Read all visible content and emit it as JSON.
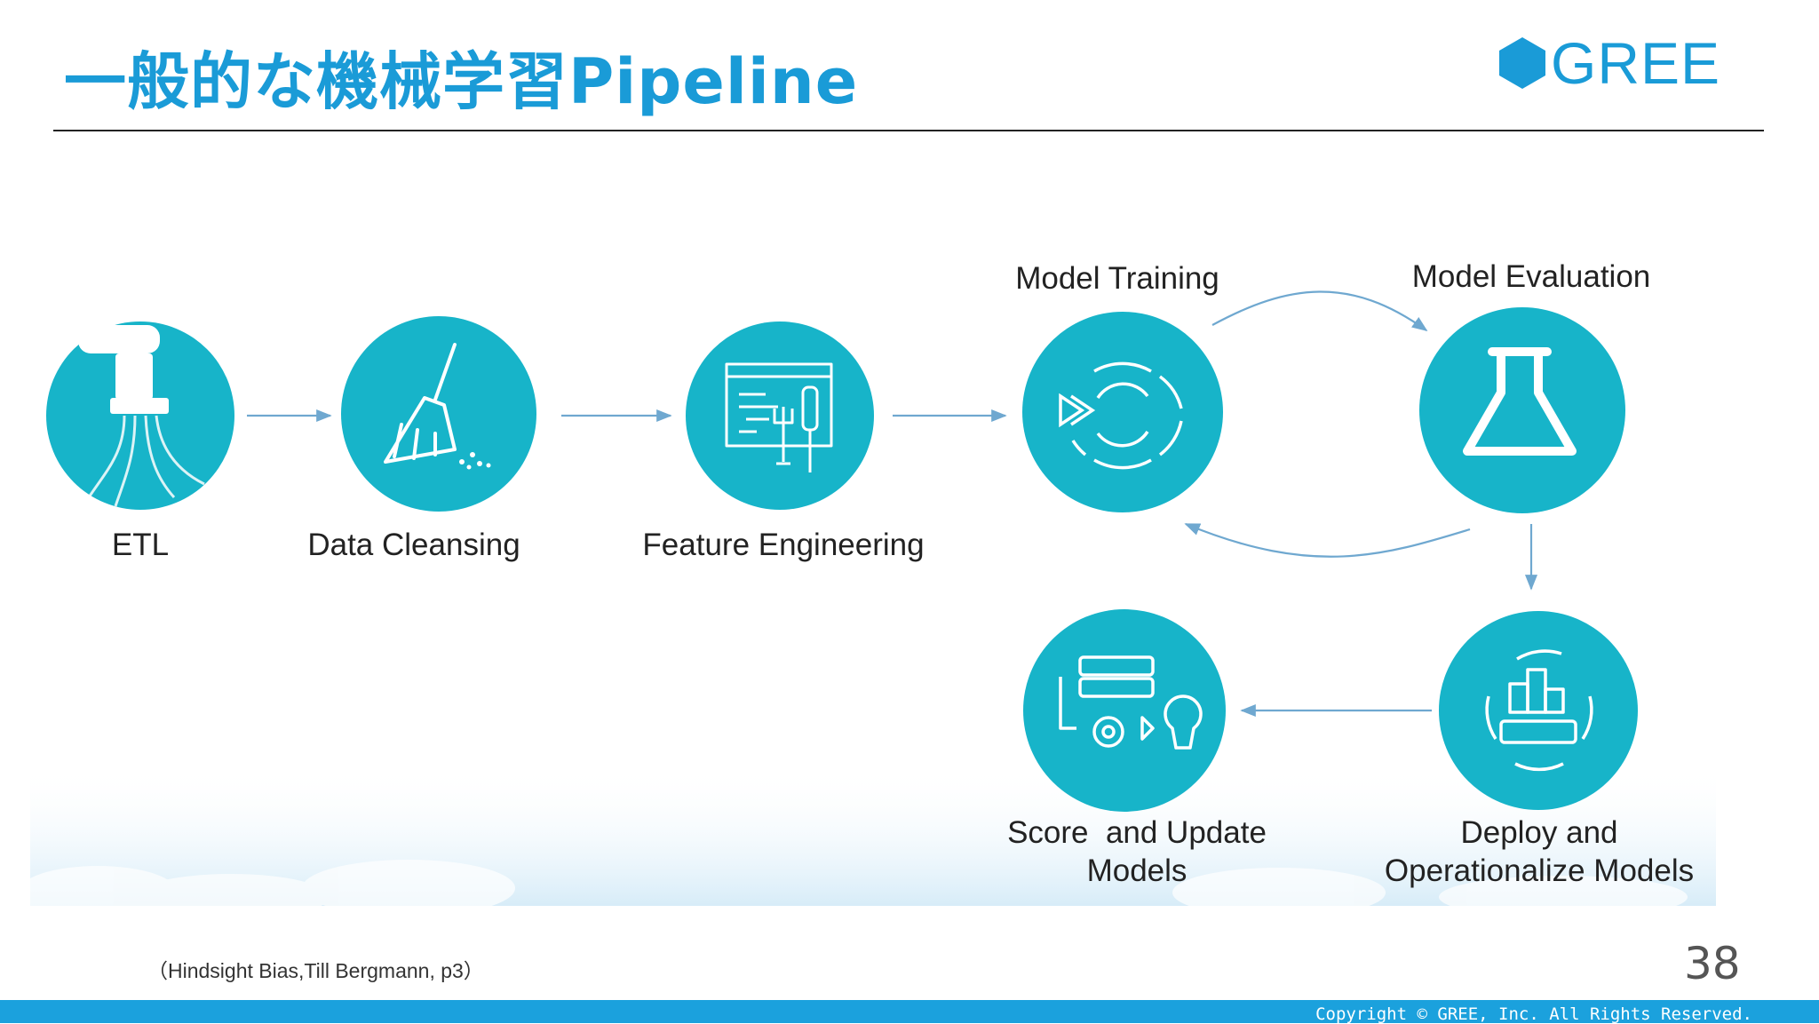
{
  "slide": {
    "title": "一般的な機械学習Pipeline",
    "logo_text": "GREE",
    "citation": "（Hindsight Bias,Till Bergmann, p3）",
    "page_number": "38",
    "copyright": "Copyright © GREE, Inc. All Rights Reserved."
  },
  "pipeline": {
    "stages": [
      {
        "label": "ETL",
        "icon": "faucet-icon"
      },
      {
        "label": "Data Cleansing",
        "icon": "broom-icon"
      },
      {
        "label": "Feature Engineering",
        "icon": "code-wrench-icon"
      },
      {
        "label": "Model Training",
        "icon": "training-cycle-icon"
      },
      {
        "label": "Model Evaluation",
        "icon": "flask-icon"
      },
      {
        "label_lines": [
          "Deploy and",
          "Operationalize Models"
        ],
        "icon": "deploy-icon"
      },
      {
        "label_lines": [
          "Score  and Update",
          "Models"
        ],
        "icon": "score-update-icon"
      }
    ]
  },
  "colors": {
    "title": "#1a9bd7",
    "accent": "#1ba1dd",
    "circle": "#17b4c9",
    "arrow": "#6fa8d0"
  }
}
